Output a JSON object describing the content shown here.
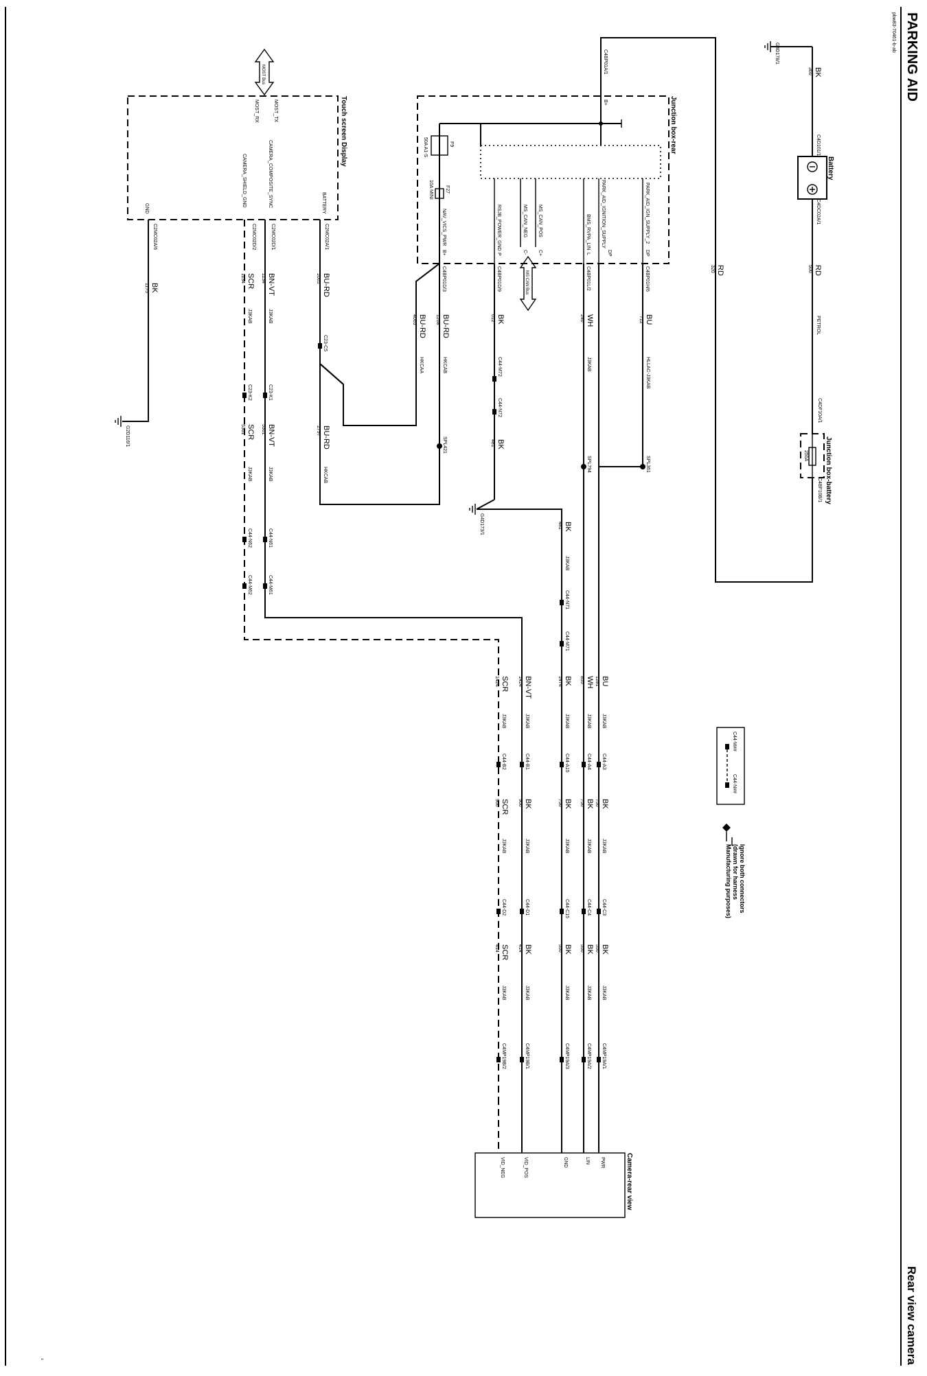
{
  "page": {
    "title": "PARKING AID",
    "subtitle": "Rear view camera",
    "ref_code": "pbw83-70461-b-ab",
    "corner_mark": "\""
  },
  "components": {
    "battery": {
      "title": "Battery",
      "top_pin": "C4D101/1",
      "bottom_pin": "C4DC02A/1"
    },
    "jb_battery": {
      "title": "Junction box-battery",
      "top_pin": "C4DF10A/1",
      "fuse": "250A",
      "bottom_pin": "C4BF10B/1"
    },
    "jb_rear": {
      "title": "Junction box-rear",
      "bplus_conn": "C4BP01A/1",
      "bplus_label": "B+",
      "fuse_f9": {
        "id": "F9",
        "rating": "50A A1-S"
      },
      "fuse_f27": {
        "id": "F27",
        "rating": "10A MINI"
      },
      "pins": [
        {
          "sig": "PARK_AID_IGN_SUPPLY_2",
          "pin": "DP",
          "conn": "C4BP01H/6"
        },
        {
          "sig": "PARK_AID_IGNITION_SUPPLY",
          "pin": "DP",
          "conn": ""
        },
        {
          "sig": "BMS_RVPA_LIN",
          "pin": "L",
          "conn": "C4BP01L/2"
        },
        {
          "sig": "MS_CAN_POS",
          "pin": "C+",
          "conn": ""
        },
        {
          "sig": "MS_CAN_NEG",
          "pin": "C-",
          "conn": ""
        },
        {
          "sig": "RSJB_POWER_GND",
          "pin": "P",
          "conn": "C4BP01D/9"
        },
        {
          "sig": "NAV_VICS_PWR",
          "pin": "B+",
          "conn": "C4BP01D/3"
        }
      ],
      "ms_can_bus": "MS CAN Bus"
    },
    "touch": {
      "title": "Touch screen Display",
      "pins": [
        {
          "sig": "MOST_TX",
          "conn": ""
        },
        {
          "sig": "MOST_RX",
          "conn": ""
        },
        {
          "sig": "BATTERY",
          "conn": "C2MC02A/1"
        },
        {
          "sig": "CAMERA_COMPOSITE_SYNC",
          "conn": "C2MC02D/1"
        },
        {
          "sig": "CAMERA_SHIELD_GND",
          "conn": "C2MC02D/2"
        },
        {
          "sig": "GND",
          "conn": "C2MC02A/6"
        }
      ],
      "most_bus": "MOST Bus"
    },
    "camera": {
      "title": "Camera-rear view",
      "pins": [
        {
          "sig": "PWR",
          "conn": "C4MP19A/1"
        },
        {
          "sig": "LIN",
          "conn": "C4MP19A/2"
        },
        {
          "sig": "GND",
          "conn": "C4MP19A/3"
        },
        {
          "sig": "VID_POS",
          "conn": "C4MP19B/1"
        },
        {
          "sig": "VID_NEG",
          "conn": "C4MP19B/2"
        }
      ]
    }
  },
  "grounds": [
    {
      "id": "G4D178/1"
    },
    {
      "id": "G4D173/1"
    },
    {
      "id": "G2D116/1"
    }
  ],
  "splices": [
    {
      "id": "SPL361"
    },
    {
      "id": "SPL794"
    },
    {
      "id": "SPL421"
    }
  ],
  "inline_connectors": {
    "c44n72": "C44-N72",
    "c44m72": "C44-M72",
    "c23c5": "C23-C5",
    "c23k1": "C23-K1",
    "c23k2": "C23-K2",
    "c44n61": "C44-N61",
    "c44n62": "C44-N62",
    "c44m61": "C44-M61",
    "c44m62": "C44-M62",
    "c44n71": "C44-N71",
    "c44m71": "C44-M71",
    "c44a3": "C44-A3",
    "c44a4": "C44-A4",
    "c44a15": "C44-A15",
    "c44b1": "C44-B1",
    "c44b2": "C44-B2",
    "c44c3": "C44-C3",
    "c44c4": "C44-C4",
    "c44c15": "C44-C15",
    "c44d1": "C44-D1",
    "c44d2": "C44-D2"
  },
  "wires": {
    "g4d178": {
      "color": "BK",
      "num": "360"
    },
    "battery_petrol": {
      "color": "RD",
      "num": "500",
      "tag": "PETROL"
    },
    "battery_main": {
      "color": "RD",
      "num": "320"
    },
    "dp2": {
      "color": "BU",
      "num": "712",
      "harness": "HLLAC-J3KAB"
    },
    "lin": {
      "color": "WH",
      "num": "246",
      "harness": "J3KAB"
    },
    "gnd_rsjb": {
      "color": "BK",
      "num": "612"
    },
    "gnd_rsjb_b": {
      "color": "BK",
      "num": "481"
    },
    "gnd_g4d173": {
      "color": "BK",
      "num": "481",
      "harness": "J3KAB"
    },
    "nav_pwr": {
      "color": "BU-RD",
      "num": "1268",
      "harness": "HKCAB"
    },
    "nav_pwr_b": {
      "color": "BU-RD",
      "num": "4065",
      "harness": "HKCAA"
    },
    "batt_touch": {
      "color": "BU-RD",
      "num": "1065"
    },
    "batt_touch_b": {
      "color": "BU-RD",
      "num": "2797",
      "harness": "HKCAB"
    },
    "vid_pos_a": {
      "color": "BN-VT",
      "num": "1134",
      "harness": "J3KAB"
    },
    "vid_neg_a": {
      "color": "SCR",
      "num": "1134",
      "harness": "J3KAB"
    },
    "vid_pos_b": {
      "color": "BN-VT",
      "num": "5301",
      "harness": "J3KAB"
    },
    "vid_neg_b": {
      "color": "SCR",
      "num": "5301",
      "harness": "J3KAB"
    },
    "touch_gnd": {
      "color": "BK",
      "num": "1175"
    },
    "cam1_a": {
      "color": "BU",
      "num": "1281",
      "harness": "J3KAB"
    },
    "cam2_a": {
      "color": "WH",
      "num": "855",
      "harness": "J3KAB"
    },
    "cam3_a": {
      "color": "BK",
      "num": "1474",
      "harness": "J3KAB"
    },
    "cam4_a": {
      "color": "BN-VT",
      "num": "1424",
      "harness": "J3KAB"
    },
    "cam5_a": {
      "color": "SCR",
      "num": "1424",
      "harness": "J3KAB"
    },
    "cam1_b": {
      "color": "BK",
      "num": "756",
      "harness": "J3KAB"
    },
    "cam2_b": {
      "color": "BK",
      "num": "756",
      "harness": "J3KAB"
    },
    "cam3_b": {
      "color": "BK",
      "num": "756",
      "harness": "J3KAB"
    },
    "cam4_b": {
      "color": "BK",
      "num": "906",
      "harness": "J3KAB"
    },
    "cam5_b": {
      "color": "SCR",
      "num": "906",
      "harness": "J3KAB"
    },
    "cam1_c": {
      "color": "BK",
      "num": "550",
      "harness": "J3KAB"
    },
    "cam2_c": {
      "color": "BK",
      "num": "550",
      "harness": "J3KAB"
    },
    "cam3_c": {
      "color": "BK",
      "num": "550",
      "harness": "J3KAB"
    },
    "cam4_c": {
      "color": "BK",
      "num": "414",
      "harness": "J3KAB"
    },
    "cam5_c": {
      "color": "SCR",
      "num": "414",
      "harness": "J3KAB"
    }
  },
  "legend": {
    "box_left": "C44-M##",
    "box_right": "C44-N##",
    "note_line1": "Ignore both connectors",
    "note_line2": "(drawn for harness",
    "note_line3": "Manufacturing purposes)"
  }
}
